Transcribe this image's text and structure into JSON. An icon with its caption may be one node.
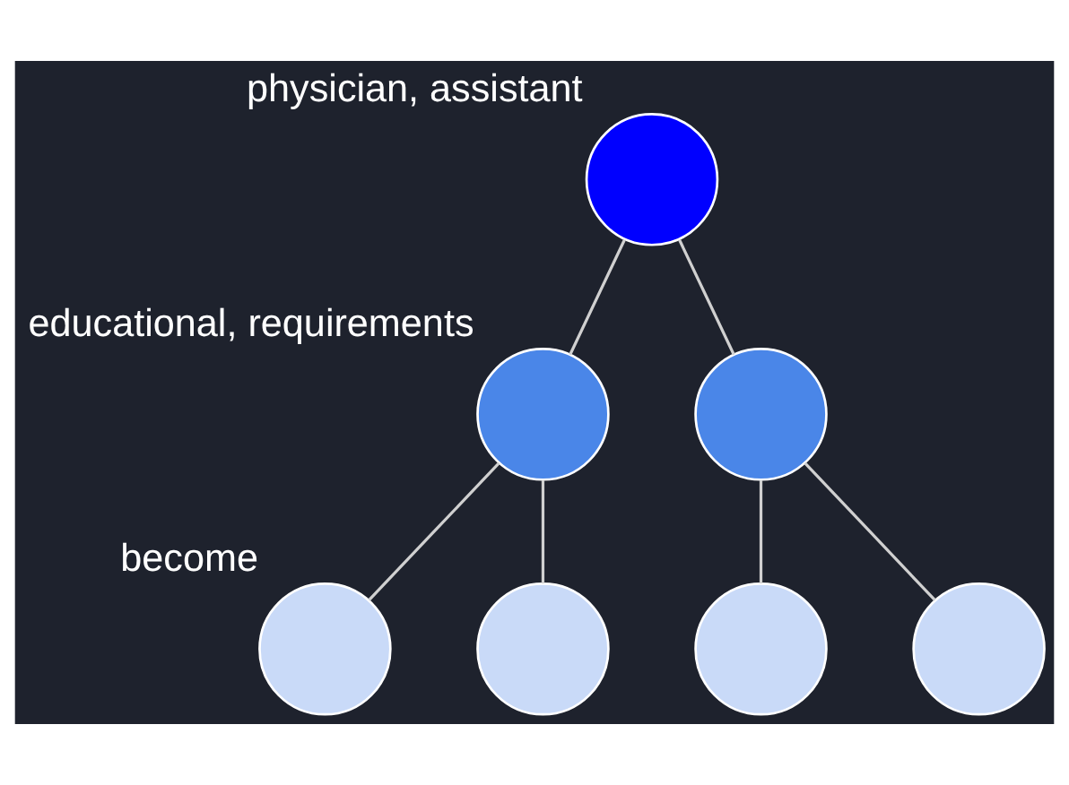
{
  "diagram": {
    "nodes": [
      {
        "text": [
          "physician, assistant"
        ]
      },
      {
        "text": [
          "educational, requirements"
        ]
      },
      {
        "text": [],
        "shape": "circle"
      },
      {
        "text": [
          "become"
        ]
      },
      {
        "text": [],
        "shape": "circle"
      },
      {
        "text": [],
        "shape": "circle"
      },
      {
        "text": [],
        "shape": "circle"
      }
    ],
    "edges": [
      {
        "from": 0,
        "to": 1,
        "arrow": "none"
      },
      {
        "from": 0,
        "to": 2,
        "arrow": "none"
      },
      {
        "from": 1,
        "to": 3,
        "arrow": "none"
      },
      {
        "from": 1,
        "to": 4,
        "arrow": "none"
      },
      {
        "from": 2,
        "to": 5,
        "arrow": "none"
      },
      {
        "from": 2,
        "to": 6,
        "arrow": "none"
      }
    ]
  }
}
